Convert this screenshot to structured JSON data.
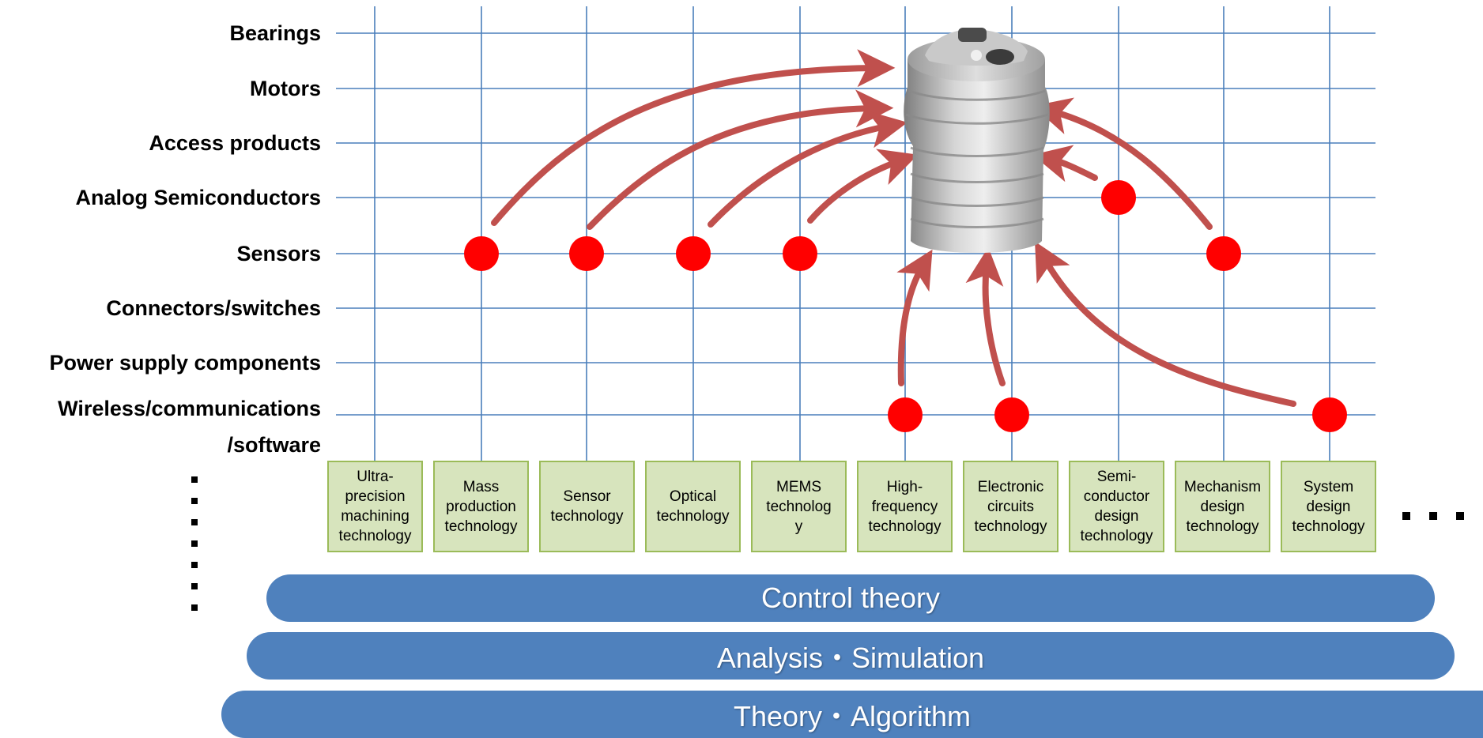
{
  "rows": [
    "Bearings",
    "Motors",
    "Access products",
    "Analog Semiconductors",
    "Sensors",
    "Connectors/switches",
    "Power supply components",
    "Wireless/communications"
  ],
  "rows_continuation": "/software",
  "technologies": [
    "Ultra-\nprecision\nmachining\ntechnology",
    "Mass\nproduction\ntechnology",
    "Sensor\ntechnology",
    "Optical\ntechnology",
    "MEMS\ntechnolog\ny",
    "High-\nfrequency\ntechnology",
    "Electronic\ncircuits\ntechnology",
    "Semi-\nconductor\ndesign\ntechnology",
    "Mechanism\ndesign\ntechnology",
    "System\ndesign\ntechnology"
  ],
  "foundation": [
    "Control theory",
    "Analysis・Simulation",
    "Theory・Algorithm"
  ],
  "markers": [
    {
      "row": "Sensors",
      "technology": "Mass production technology"
    },
    {
      "row": "Sensors",
      "technology": "Sensor technology"
    },
    {
      "row": "Sensors",
      "technology": "Optical technology"
    },
    {
      "row": "Sensors",
      "technology": "MEMS technology"
    },
    {
      "row": "Analog Semiconductors",
      "technology": "Semi-conductor design technology"
    },
    {
      "row": "Sensors",
      "technology": "Mechanism design technology"
    },
    {
      "row": "Wireless/communications/software",
      "technology": "High-frequency technology"
    },
    {
      "row": "Wireless/communications/software",
      "technology": "Electronic circuits technology"
    },
    {
      "row": "Wireless/communications/software",
      "technology": "System design technology"
    }
  ],
  "colors": {
    "grid": "#4a7ebb",
    "marker": "#ff0000",
    "arrow": "#c0504d",
    "tech_fill": "#d7e4bd",
    "tech_border": "#9bbb59",
    "band": "#4f81bd"
  },
  "image_subject": "cylindrical sensor product"
}
